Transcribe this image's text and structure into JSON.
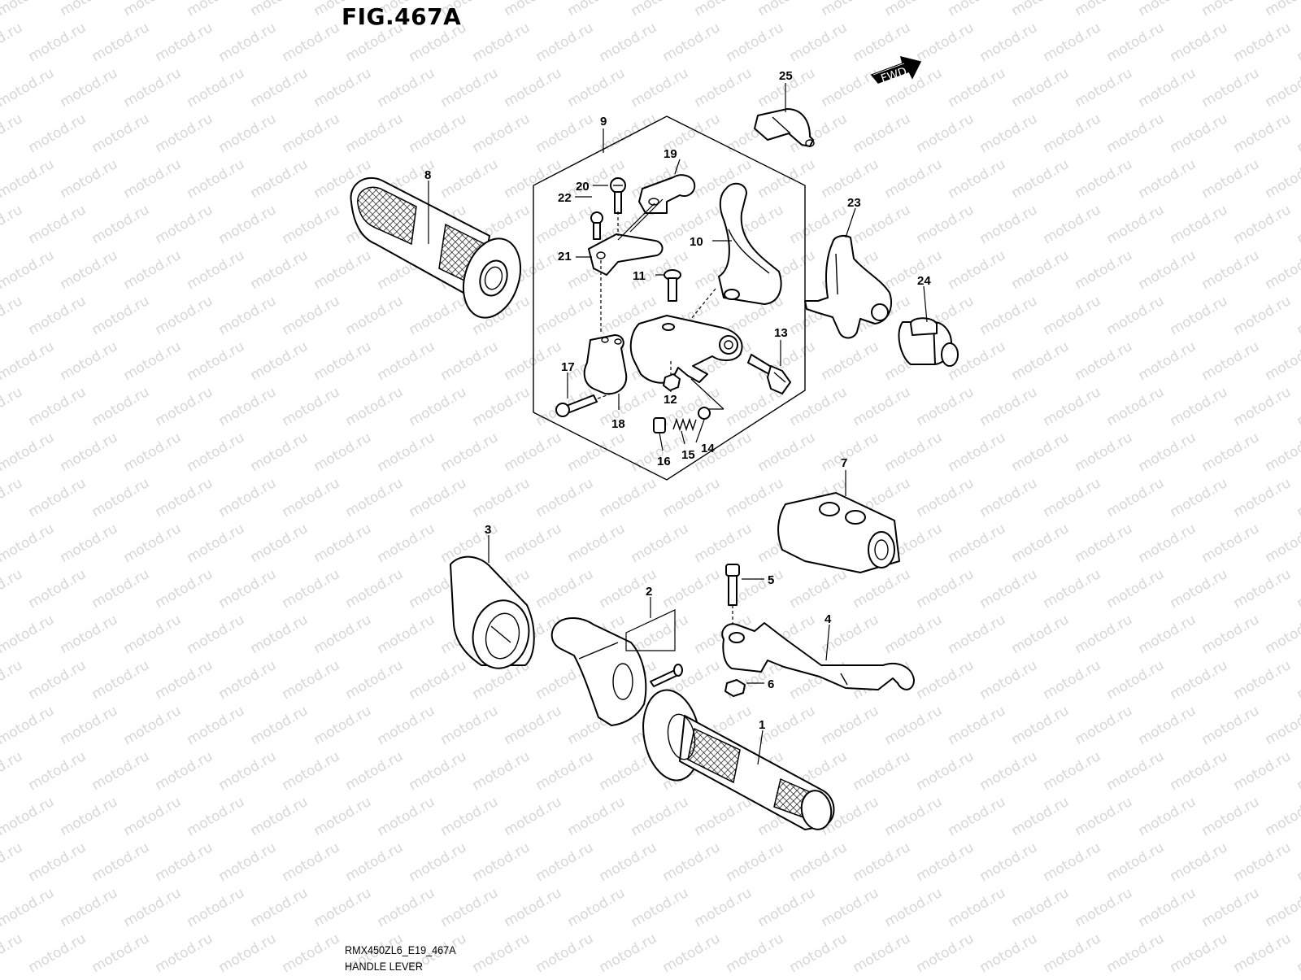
{
  "figure": {
    "title": "FIG.467A",
    "code": "RMX450ZL6_E19_467A",
    "name": "HANDLE LEVER",
    "watermark": "motod.ru",
    "direction_badge": "FWD"
  },
  "callouts": [
    {
      "id": "1",
      "label": "1"
    },
    {
      "id": "2",
      "label": "2"
    },
    {
      "id": "3",
      "label": "3"
    },
    {
      "id": "4",
      "label": "4"
    },
    {
      "id": "5",
      "label": "5"
    },
    {
      "id": "6",
      "label": "6"
    },
    {
      "id": "7",
      "label": "7"
    },
    {
      "id": "8",
      "label": "8"
    },
    {
      "id": "9",
      "label": "9"
    },
    {
      "id": "10",
      "label": "10"
    },
    {
      "id": "11",
      "label": "11"
    },
    {
      "id": "12",
      "label": "12"
    },
    {
      "id": "13",
      "label": "13"
    },
    {
      "id": "14",
      "label": "14"
    },
    {
      "id": "15",
      "label": "15"
    },
    {
      "id": "16",
      "label": "16"
    },
    {
      "id": "17",
      "label": "17"
    },
    {
      "id": "18",
      "label": "18"
    },
    {
      "id": "19",
      "label": "19"
    },
    {
      "id": "20",
      "label": "20"
    },
    {
      "id": "21",
      "label": "21"
    },
    {
      "id": "22",
      "label": "22"
    },
    {
      "id": "23",
      "label": "23"
    },
    {
      "id": "24",
      "label": "24"
    },
    {
      "id": "25",
      "label": "25"
    }
  ],
  "colors": {
    "line": "#000000",
    "watermark": "#d6d6d6",
    "background": "#ffffff"
  }
}
